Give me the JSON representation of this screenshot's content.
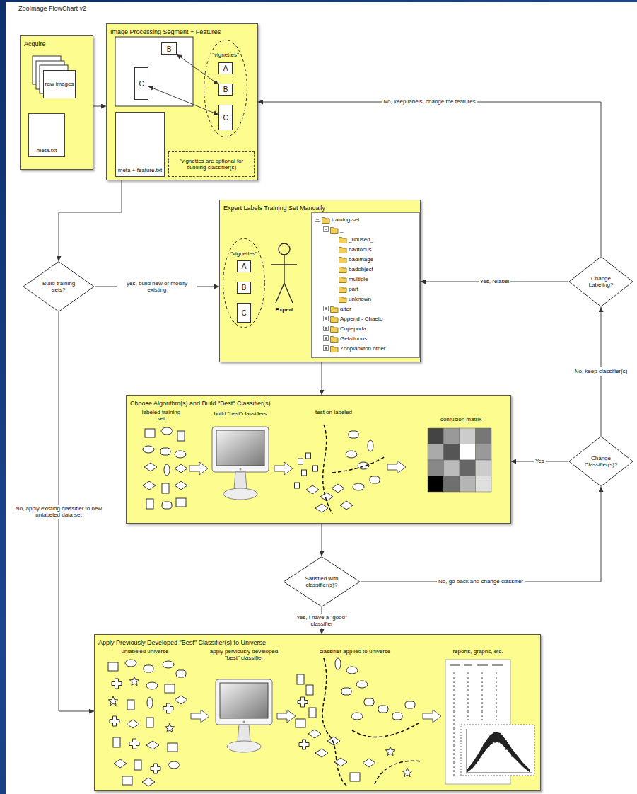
{
  "diagram": {
    "title": "ZooImage FlowChart v2",
    "nodes": [
      {
        "text": [
          "Acquire"
        ]
      },
      {
        "text": [
          "raw images"
        ],
        "in": 0
      },
      {
        "text": [
          "meta.txt"
        ],
        "in": 0
      },
      {
        "text": [
          "Image Processing Segment + Features"
        ]
      },
      {
        "text": [
          "B"
        ],
        "in": 3
      },
      {
        "text": [
          "C"
        ],
        "in": 3
      },
      {
        "text": [
          "\"vignettes\""
        ],
        "in": 3
      },
      {
        "text": [
          "A"
        ],
        "in": 6
      },
      {
        "text": [
          "B"
        ],
        "in": 6
      },
      {
        "text": [
          "C"
        ],
        "in": 6
      },
      {
        "text": [
          "meta + feature.txt"
        ],
        "in": 3
      },
      {
        "text": [
          "\"vignettes are optional for building classifier(s)"
        ],
        "in": 3
      },
      {
        "text": [
          "Build training sets?"
        ]
      },
      {
        "text": [
          "Expert Labels Training Set Manually"
        ]
      },
      {
        "text": [
          "\"vignettes\""
        ],
        "in": 13
      },
      {
        "text": [
          "A"
        ],
        "in": 14
      },
      {
        "text": [
          "B"
        ],
        "in": 14
      },
      {
        "text": [
          "C"
        ],
        "in": 14
      },
      {
        "text": [
          "training-set",
          "_",
          "_unused_",
          "badfocus",
          "badimage",
          "badobject",
          "multiple",
          "part",
          "unknown",
          "alter",
          "Append - Chaeto",
          "Copepoda",
          "Gelatinous",
          "Zooplankton other"
        ],
        "in": 13
      },
      {
        "text": [
          "Change Labeling?"
        ]
      },
      {
        "text": [
          "Choose Algorithm(s) and Build \"Best\" Classifier(s)"
        ]
      },
      {
        "text": [
          "Change Classifier(s)?"
        ]
      },
      {
        "text": [
          "Satisfied with classifier(s)?"
        ]
      },
      {
        "text": [
          "Apply Previously Developed \"Best\" Classifier(s) to Universe"
        ]
      }
    ],
    "edges": [
      {
        "from": 0,
        "to": 3,
        "arrow": "to"
      },
      {
        "from": 4,
        "to": 8,
        "arrow": "both"
      },
      {
        "from": 5,
        "to": 9,
        "arrow": "both"
      },
      {
        "from": 3,
        "to": 12,
        "arrow": "to"
      },
      {
        "from": 12,
        "to": 13,
        "arrow": "to",
        "label": "yes, build new or modify existing"
      },
      {
        "from": 19,
        "to": 13,
        "arrow": "to",
        "label": "Yes, relabel"
      },
      {
        "from": 19,
        "to": 3,
        "arrow": "to",
        "label": "No, keep labels, change the features"
      },
      {
        "from": 13,
        "to": 20,
        "arrow": "to"
      },
      {
        "from": 21,
        "to": 20,
        "arrow": "to",
        "label": "Yes"
      },
      {
        "from": 21,
        "to": 19,
        "arrow": "to",
        "label": "No, keep classifier(s)"
      },
      {
        "from": 20,
        "to": 22,
        "arrow": "to"
      },
      {
        "from": 22,
        "to": 21,
        "arrow": "to",
        "label": "No, go back and change classifier"
      },
      {
        "from": 22,
        "to": 23,
        "arrow": "to",
        "label": "Yes, I have a \"good\" classifier"
      },
      {
        "from": 12,
        "to": 23,
        "arrow": "to",
        "label": "No, apply existing classifier to new unlabeled data set"
      }
    ],
    "labels": [
      "Expert",
      "labeled training set",
      "build \"best\"classifiers",
      "test on labeled",
      "confusion matrix",
      "unlabeled universe",
      "apply perviously developed \"best\" classifier",
      "classifier applied to universe",
      "reports, graphs, etc."
    ]
  }
}
